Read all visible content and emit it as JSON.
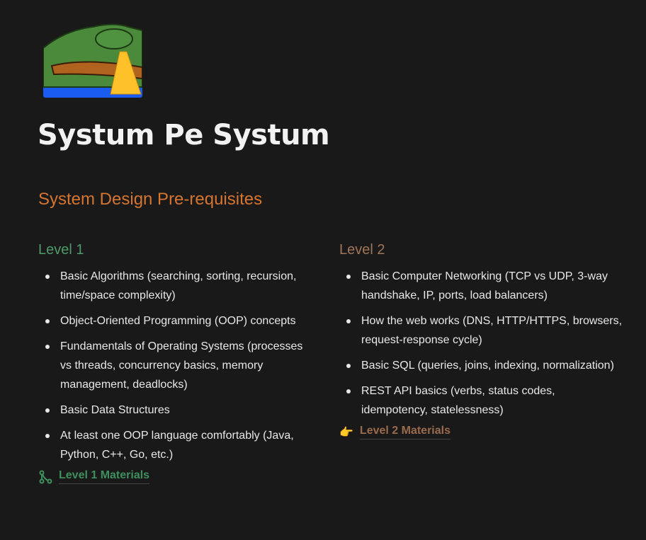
{
  "page": {
    "title": "Systum Pe Systum",
    "icon": "pepe-praying-emoji",
    "heading": "System Design Pre-requisites"
  },
  "levels": [
    {
      "title": "Level 1",
      "color": "#4e9a6a",
      "items": [
        "Basic Algorithms (searching, sorting, recursion, time/space complexity)",
        "Object-Oriented Programming (OOP) concepts",
        "Fundamentals of Operating Systems (processes vs threads, concurrency basics, memory management, deadlocks)",
        "Basic Data Structures",
        "At least one OOP language comfortably (Java, Python, C++, Go, etc.)"
      ],
      "link": {
        "label": "Level 1 Materials",
        "icon": "git-branch-icon",
        "color": "#3f8f5e"
      }
    },
    {
      "title": "Level 2",
      "color": "#a0765a",
      "items": [
        "Basic Computer Networking (TCP vs UDP, 3-way handshake, IP, ports, load balancers)",
        "How the web works (DNS, HTTP/HTTPS, browsers, request-response cycle)",
        "Basic SQL (queries, joins, indexing, normalization)",
        "REST API basics (verbs, status codes, idempotency, statelessness)"
      ],
      "link": {
        "label": "Level 2 Materials",
        "icon": "pointing-hand-icon",
        "color": "#9a6a4c"
      }
    }
  ]
}
